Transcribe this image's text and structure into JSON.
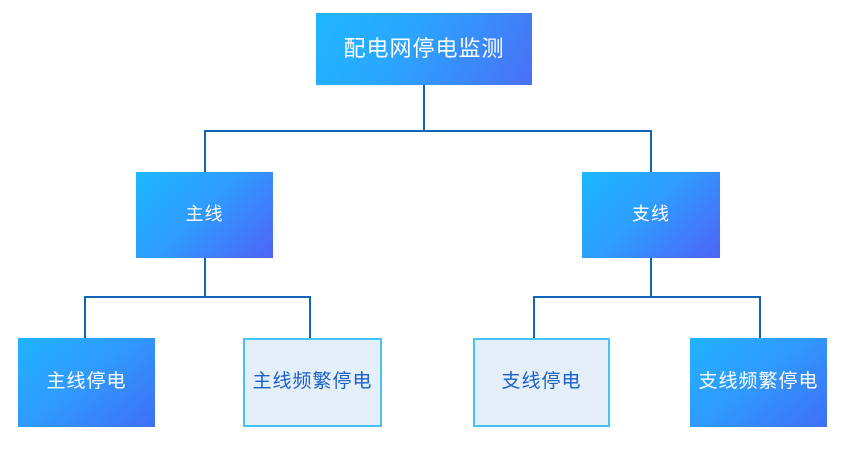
{
  "diagram": {
    "type": "tree-hierarchy",
    "title": "配电网停电监测",
    "colors": {
      "filled_gradient_start": "#1fb6ff",
      "filled_gradient_end": "#4a6ff5",
      "outlined_fill": "#e4eff9",
      "outlined_border": "#45c2f7",
      "outlined_text": "#1a60c9",
      "connector_line": "#1565b5",
      "filled_text": "#ffffff",
      "background": "#ffffff"
    },
    "levels": [
      {
        "level": 1,
        "nodes": [
          {
            "id": "root",
            "label": "配电网停电监测",
            "style": "filled"
          }
        ]
      },
      {
        "level": 2,
        "nodes": [
          {
            "id": "main",
            "label": "主线",
            "style": "filled",
            "parent": "root"
          },
          {
            "id": "branch",
            "label": "支线",
            "style": "filled",
            "parent": "root"
          }
        ]
      },
      {
        "level": 3,
        "nodes": [
          {
            "id": "main-outage",
            "label": "主线停电",
            "style": "filled",
            "parent": "main"
          },
          {
            "id": "main-frequent-outage",
            "label": "主线频繁停电",
            "style": "outlined",
            "parent": "main"
          },
          {
            "id": "branch-outage",
            "label": "支线停电",
            "style": "outlined",
            "parent": "branch"
          },
          {
            "id": "branch-frequent-outage",
            "label": "支线频繁停电",
            "style": "filled",
            "parent": "branch"
          }
        ]
      }
    ],
    "nodes": {
      "root": {
        "label": "配电网停电监测"
      },
      "main": {
        "label": "主线"
      },
      "branch": {
        "label": "支线"
      },
      "main_outage": {
        "label": "主线停电"
      },
      "main_frequent_outage": {
        "label": "主线频繁停电"
      },
      "branch_outage": {
        "label": "支线停电"
      },
      "branch_frequent_outage": {
        "label": "支线频繁停电"
      }
    },
    "edges": [
      {
        "from": "root",
        "to": "main"
      },
      {
        "from": "root",
        "to": "branch"
      },
      {
        "from": "main",
        "to": "main_outage"
      },
      {
        "from": "main",
        "to": "main_frequent_outage"
      },
      {
        "from": "branch",
        "to": "branch_outage"
      },
      {
        "from": "branch",
        "to": "branch_frequent_outage"
      }
    ]
  }
}
